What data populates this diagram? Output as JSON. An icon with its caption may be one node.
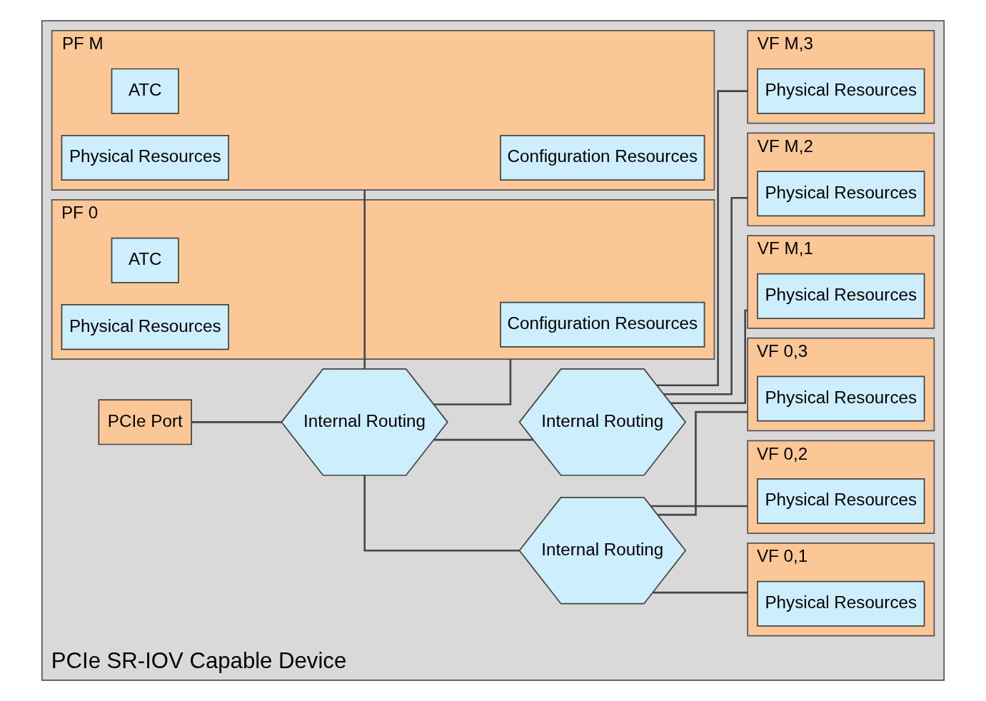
{
  "diagram": {
    "nodes": [
      {
        "text": [
          "PCIe SR-IOV Capable Device"
        ]
      },
      {
        "text": [
          "PCIe Port"
        ],
        "in": 0
      },
      {
        "text": [
          "Internal Routing"
        ],
        "in": 0
      },
      {
        "text": [
          "PF 0"
        ],
        "in": 0
      },
      {
        "text": [
          "Configuration Resources"
        ],
        "in": 3
      },
      {
        "text": [
          "ATC"
        ],
        "in": 3
      },
      {
        "text": [
          "Physical Resources"
        ],
        "in": 3
      },
      {
        "text": [
          "PF M"
        ],
        "in": 0
      },
      {
        "text": [
          "Configuration Resources"
        ],
        "in": 7
      },
      {
        "text": [
          "ATC"
        ],
        "in": 7
      },
      {
        "text": [
          "Physical Resources"
        ],
        "in": 7
      },
      {
        "text": [
          "Internal Routing"
        ],
        "in": 0
      },
      {
        "text": [
          "VF 0,1"
        ],
        "in": 0
      },
      {
        "text": [
          "Physical Resources"
        ],
        "in": 12
      },
      {
        "text": [
          "VF 0,2"
        ],
        "in": 0
      },
      {
        "text": [
          "Physical Resources"
        ],
        "in": 14
      },
      {
        "text": [
          "VF 0,3"
        ],
        "in": 0
      },
      {
        "text": [
          "Physical Resources"
        ],
        "in": 16
      },
      {
        "text": [
          "Internal Routing"
        ],
        "in": 0
      },
      {
        "text": [
          "VF M,1"
        ],
        "in": 0
      },
      {
        "text": [
          "Physical Resources"
        ],
        "in": 19
      },
      {
        "text": [
          "VF M,2"
        ],
        "in": 0
      },
      {
        "text": [
          "Physical Resources"
        ],
        "in": 21
      },
      {
        "text": [
          "VF M,3"
        ],
        "in": 0
      },
      {
        "text": [
          "Physical Resources"
        ],
        "in": 23
      }
    ],
    "edges": [
      {
        "from": 1,
        "to": 2,
        "arrow": "none"
      },
      {
        "from": 2,
        "to": 3,
        "arrow": "none"
      },
      {
        "from": 2,
        "to": 7,
        "arrow": "none"
      },
      {
        "from": 2,
        "to": 11,
        "arrow": "none"
      },
      {
        "from": 2,
        "to": 18,
        "arrow": "none"
      },
      {
        "from": 11,
        "to": 12,
        "arrow": "none"
      },
      {
        "from": 11,
        "to": 14,
        "arrow": "none"
      },
      {
        "from": 11,
        "to": 16,
        "arrow": "none"
      },
      {
        "from": 18,
        "to": 19,
        "arrow": "none"
      },
      {
        "from": 18,
        "to": 21,
        "arrow": "none"
      },
      {
        "from": 18,
        "to": 23,
        "arrow": "none"
      }
    ]
  }
}
